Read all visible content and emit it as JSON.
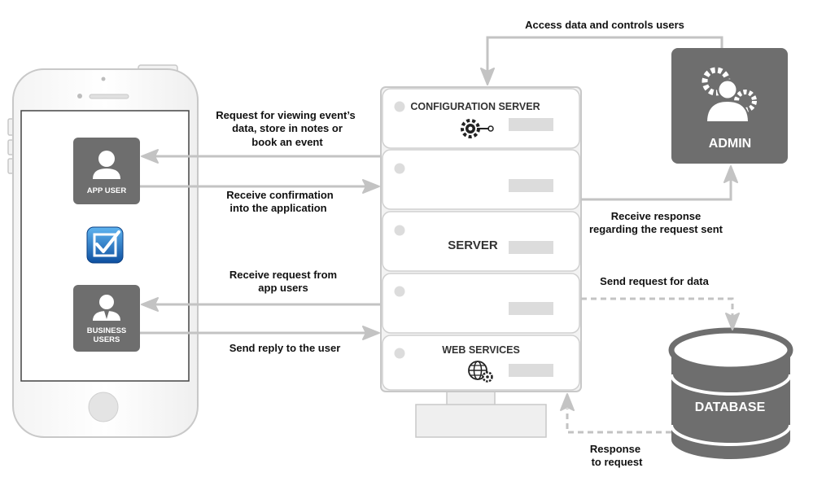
{
  "phone": {
    "app_user_label": "APP USER",
    "business_users_line1": "BUSINESS",
    "business_users_line2": "USERS"
  },
  "server_stack": {
    "configuration_server": "CONFIGURATION SERVER",
    "server": "SERVER",
    "web_services": "WEB SERVICES"
  },
  "admin": {
    "label": "ADMIN"
  },
  "database": {
    "label": "DATABASE"
  },
  "arrows": {
    "access_data": "Access data and controls users",
    "request_view_1": "Request for viewing event’s",
    "request_view_2": "data, store in notes or",
    "request_view_3": "book an event",
    "receive_confirmation_1": "Receive confirmation",
    "receive_confirmation_2": "into the application",
    "receive_response_1": "Receive response",
    "receive_response_2": "regarding the request sent",
    "receive_request_1": "Receive request from",
    "receive_request_2": "app users",
    "send_request_data": "Send request for data",
    "send_reply": "Send reply to the user",
    "response_request_1": "Response",
    "response_request_2": "to request"
  },
  "colors": {
    "panel": "#6e6e6e",
    "arrow": "#c3c3c3",
    "outline": "#c8c8c8",
    "placeholder": "#dcdcdc",
    "app_icon_blue": "#1a73c8"
  }
}
